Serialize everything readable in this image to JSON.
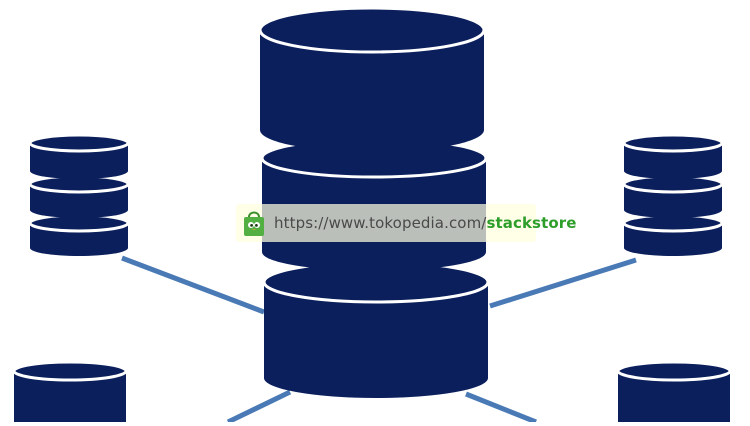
{
  "colors": {
    "cylinder_fill": "#0b1f5c",
    "cylinder_band": "#ffffff",
    "connector": "#4a7ab5",
    "watermark_bg": "#fffdde",
    "watermark_text": "#4a4a4a",
    "watermark_accent": "#2e9e2b"
  },
  "watermark": {
    "url_prefix": "https://www.tokopedia.com/",
    "url_suffix": "stackstore",
    "icon": "shopping-bag-icon"
  },
  "diagram": {
    "central_database_icon": "database-icon",
    "satellite_database_icon": "database-icon",
    "satellite_count": 4
  }
}
